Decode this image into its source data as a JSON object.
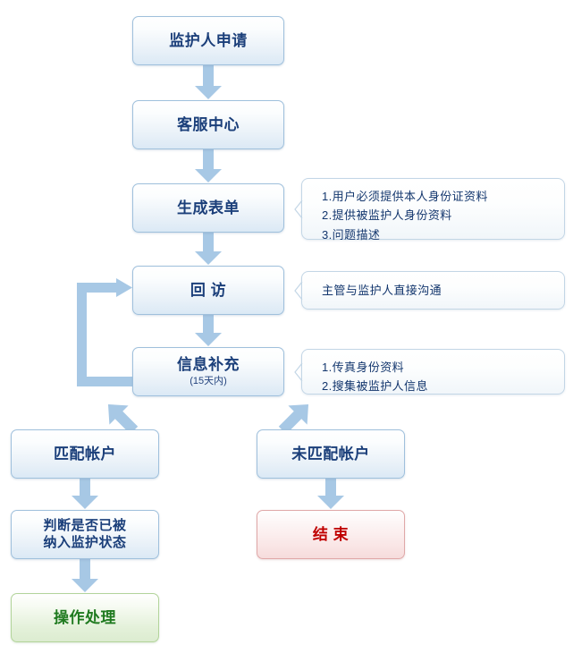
{
  "diagram": {
    "title": "监护人申请流程图",
    "colors": {
      "node_border": "#9fc0dc",
      "node_text": "#1b3f7a",
      "arrow": "#a7c8e5",
      "end_border": "#e0a8a8",
      "end_text": "#c00000",
      "action_border": "#b2d49a",
      "action_text": "#1f7a1f",
      "callout_border": "#c3d6e6",
      "callout_text": "#14376e"
    },
    "nodes": [
      {
        "id": "apply",
        "label": "监护人申请",
        "sub": "",
        "kind": "process"
      },
      {
        "id": "service",
        "label": "客服中心",
        "sub": "",
        "kind": "process"
      },
      {
        "id": "form",
        "label": "生成表单",
        "sub": "",
        "kind": "process"
      },
      {
        "id": "revisit",
        "label": "回 访",
        "sub": "",
        "kind": "process"
      },
      {
        "id": "supplement",
        "label": "信息补充",
        "sub": "(15天内)",
        "kind": "process"
      },
      {
        "id": "matched",
        "label": "匹配帐户",
        "sub": "",
        "kind": "process"
      },
      {
        "id": "unmatched",
        "label": "未匹配帐户",
        "sub": "",
        "kind": "process"
      },
      {
        "id": "judge_l1",
        "label": "判断是否已被",
        "sub": "",
        "kind": "process"
      },
      {
        "id": "judge_l2",
        "label": "纳入监护状态",
        "sub": "",
        "kind": "process"
      },
      {
        "id": "end",
        "label": "结 束",
        "sub": "",
        "kind": "terminator"
      },
      {
        "id": "operate",
        "label": "操作处理",
        "sub": "",
        "kind": "action"
      }
    ],
    "callouts": [
      {
        "id": "form-notes",
        "anchor": "生成表单",
        "lines": [
          "1.用户必须提供本人身份证资料",
          "2.提供被监护人身份资料",
          "3.问题描述"
        ]
      },
      {
        "id": "revisit-notes",
        "anchor": "回 访",
        "lines": [
          "主管与监护人直接沟通"
        ]
      },
      {
        "id": "supplement-notes",
        "anchor": "信息补充",
        "lines": [
          "1.传真身份资料",
          "2.搜集被监护人信息"
        ]
      }
    ],
    "edges": [
      {
        "from": "监护人申请",
        "to": "客服中心",
        "kind": "down"
      },
      {
        "from": "客服中心",
        "to": "生成表单",
        "kind": "down"
      },
      {
        "from": "生成表单",
        "to": "回 访",
        "kind": "down"
      },
      {
        "from": "回 访",
        "to": "信息补充",
        "kind": "down"
      },
      {
        "from": "信息补充",
        "to": "回 访",
        "kind": "loop-back-left"
      },
      {
        "from": "信息补充",
        "to": "匹配帐户",
        "kind": "diagonal-down-left"
      },
      {
        "from": "信息补充",
        "to": "未匹配帐户",
        "kind": "diagonal-down-right"
      },
      {
        "from": "匹配帐户",
        "to": "判断是否已被纳入监护状态",
        "kind": "down"
      },
      {
        "from": "判断是否已被纳入监护状态",
        "to": "操作处理",
        "kind": "down"
      },
      {
        "from": "未匹配帐户",
        "to": "结 束",
        "kind": "down"
      }
    ]
  }
}
